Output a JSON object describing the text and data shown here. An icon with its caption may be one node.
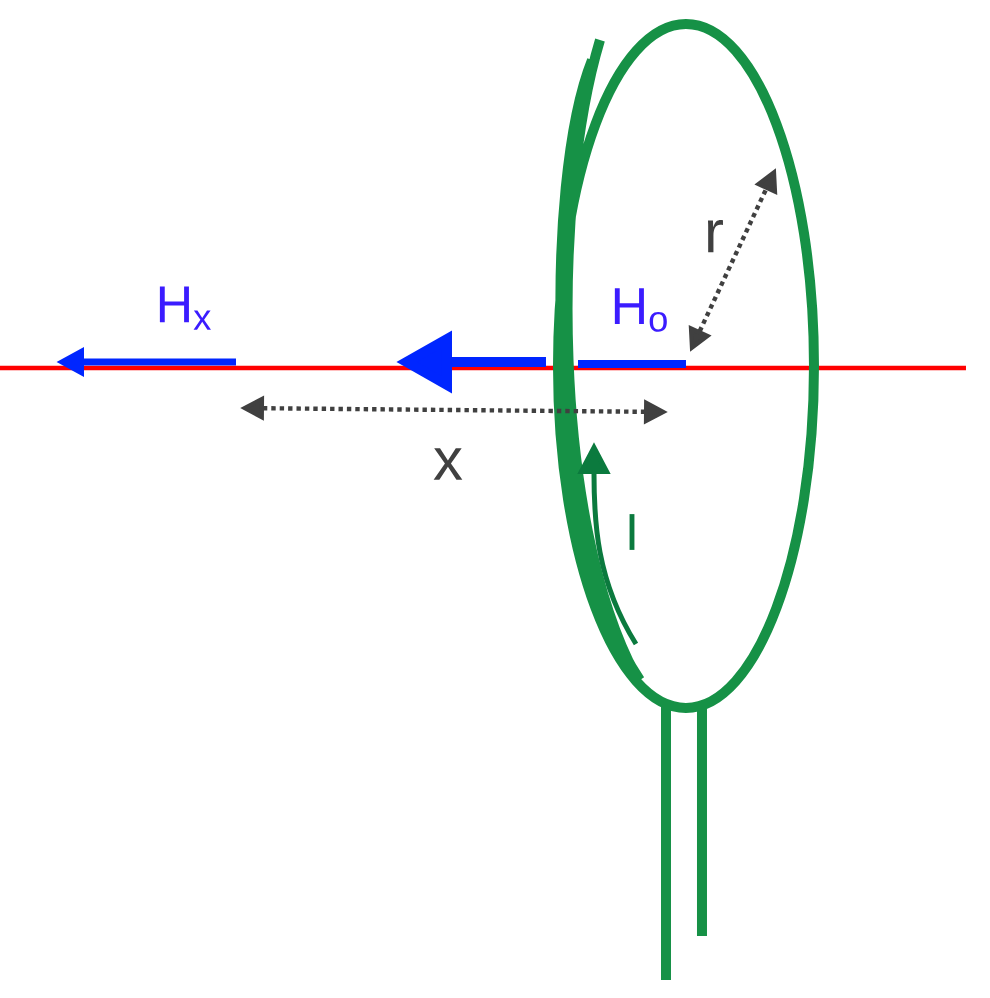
{
  "diagram": {
    "labels": [
      "r",
      "H$_{x}$",
      "H$_{o}$",
      "x",
      "I"
    ]
  }
}
